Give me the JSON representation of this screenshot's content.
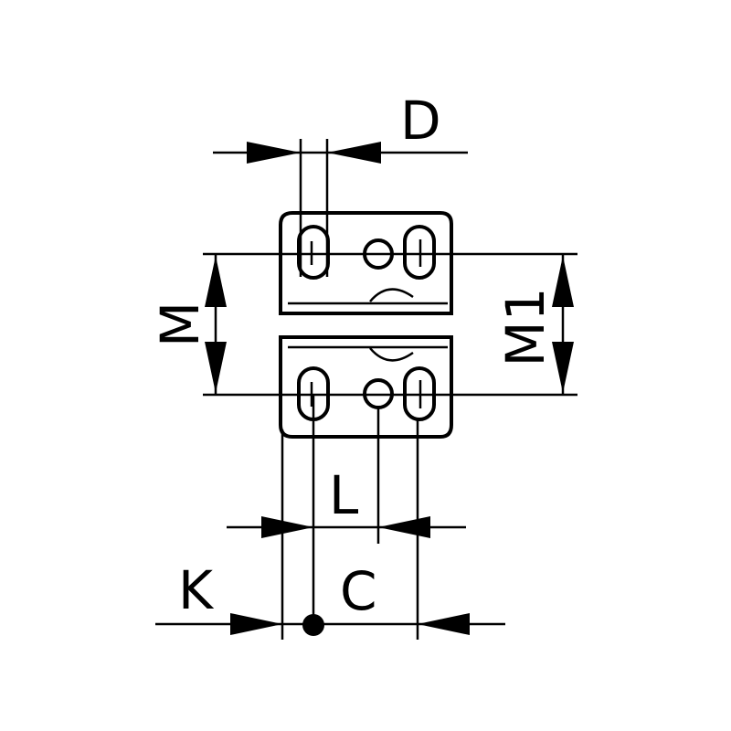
{
  "labels": {
    "D": "D",
    "M": "M",
    "M1": "M1",
    "L": "L",
    "K": "K",
    "C": "C"
  },
  "colors": {
    "line": "#000000",
    "background": "#ffffff"
  }
}
